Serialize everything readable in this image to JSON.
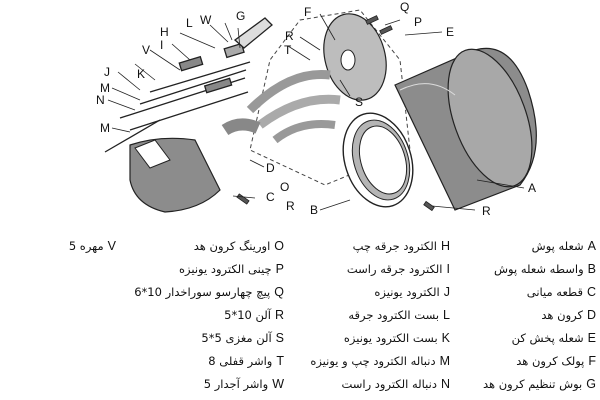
{
  "callouts": [
    "A",
    "B",
    "C",
    "D",
    "E",
    "F",
    "G",
    "H",
    "I",
    "J",
    "K",
    "L",
    "M",
    "N",
    "O",
    "P",
    "Q",
    "R",
    "S",
    "T",
    "V",
    "W"
  ],
  "legend": {
    "col1": [
      {
        "key": "A",
        "text": "شعله پوش"
      },
      {
        "key": "B",
        "text": "واسطه شعله پوش"
      },
      {
        "key": "C",
        "text": "قطعه میانی"
      },
      {
        "key": "D",
        "text": "کرون هد"
      },
      {
        "key": "E",
        "text": "شعله پخش کن"
      },
      {
        "key": "F",
        "text": "پولک کرون هد"
      },
      {
        "key": "G",
        "text": "بوش تنظیم کرون هد"
      }
    ],
    "col2": [
      {
        "key": "H",
        "text": "الکترود جرقه چپ"
      },
      {
        "key": "I",
        "text": "الکترود جرقه راست"
      },
      {
        "key": "J",
        "text": "الکترود یونیزه"
      },
      {
        "key": "L",
        "text": "بست الکترود جرقه"
      },
      {
        "key": "K",
        "text": "بست الکترود یونیزه"
      },
      {
        "key": "M",
        "text": "دنباله الکترود چپ و یونیزه"
      },
      {
        "key": "N",
        "text": "دنباله الکترود راست"
      }
    ],
    "col3": [
      {
        "key": "O",
        "text": "اورینگ کرون هد"
      },
      {
        "key": "P",
        "text": "چینی الکترود یونیزه"
      },
      {
        "key": "Q",
        "text": "پیچ چهارسو سوراخدار 10*6"
      },
      {
        "key": "R",
        "text": "آلن  10*5"
      },
      {
        "key": "S",
        "text": "آلن مغزی 5*5"
      },
      {
        "key": "T",
        "text": "واشر قفلی 8"
      },
      {
        "key": "W",
        "text": "واشر آجدار 5"
      }
    ],
    "col4": [
      {
        "key": "V",
        "text": "مهره 5"
      }
    ]
  }
}
